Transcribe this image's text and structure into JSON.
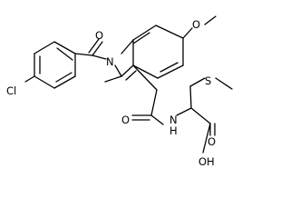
{
  "molecule": {
    "labels": {
      "methoxy_o": "O",
      "ring_n": "N",
      "carbonyl_o": "O",
      "chloro": "Cl",
      "amide_o": "O",
      "amide_nh": "N",
      "amide_h": "H",
      "thio_s": "S",
      "acid_o": "O",
      "acid_oh": "OH"
    },
    "colors": {
      "bond": "#000000",
      "label": "#000000",
      "background": "#ffffff"
    }
  }
}
